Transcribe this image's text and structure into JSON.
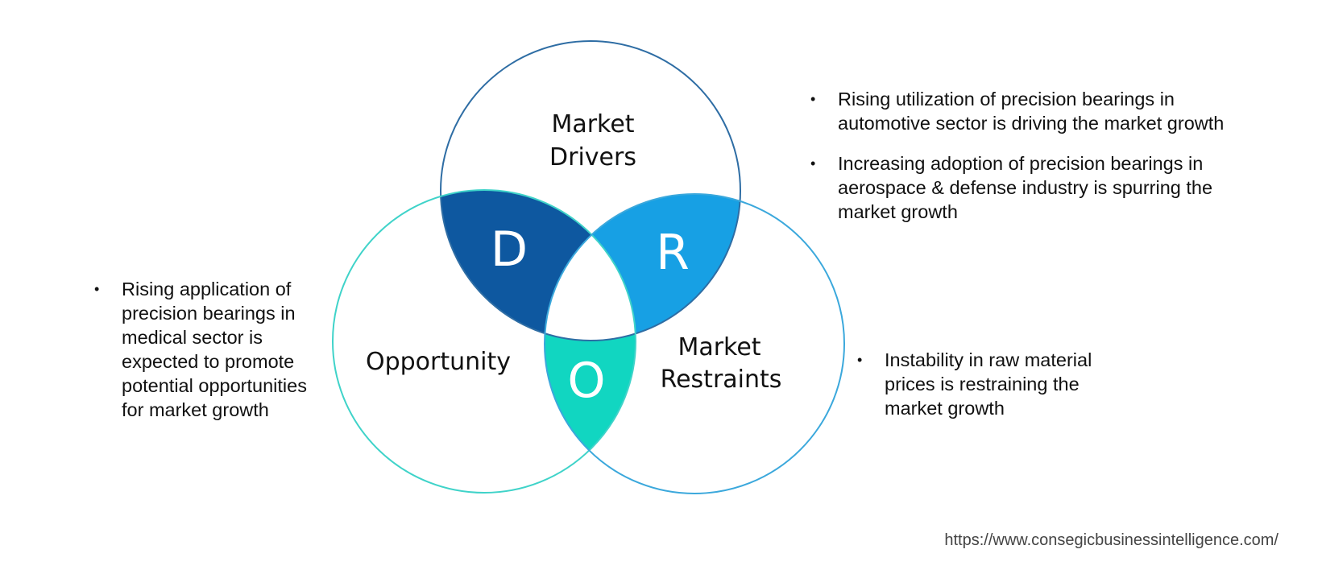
{
  "diagram": {
    "circles": [
      {
        "id": "drivers",
        "title_lines": [
          "Market",
          "Drivers"
        ],
        "stroke": "#2E6DA4"
      },
      {
        "id": "opportunity",
        "title_lines": [
          "Opportunity"
        ],
        "stroke": "#3FD3C9"
      },
      {
        "id": "restraints",
        "title_lines": [
          "Market",
          "Restraints"
        ],
        "stroke": "#3BA8DC"
      }
    ],
    "overlaps": [
      {
        "letter": "D",
        "fill": "#0E58A0"
      },
      {
        "letter": "R",
        "fill": "#17A0E4"
      },
      {
        "letter": "O",
        "fill": "#11D6C1"
      }
    ]
  },
  "drivers_points": [
    "Rising utilization of precision bearings in automotive sector is driving the market growth",
    "Increasing adoption of precision bearings in aerospace & defense industry is spurring the market growth"
  ],
  "restraints_points": [
    "Instability in raw material prices is restraining the market growth"
  ],
  "opportunity_points": [
    "Rising application of precision bearings in medical sector is expected to promote potential opportunities for market growth"
  ],
  "source_url": "https://www.consegicbusinessintelligence.com/"
}
